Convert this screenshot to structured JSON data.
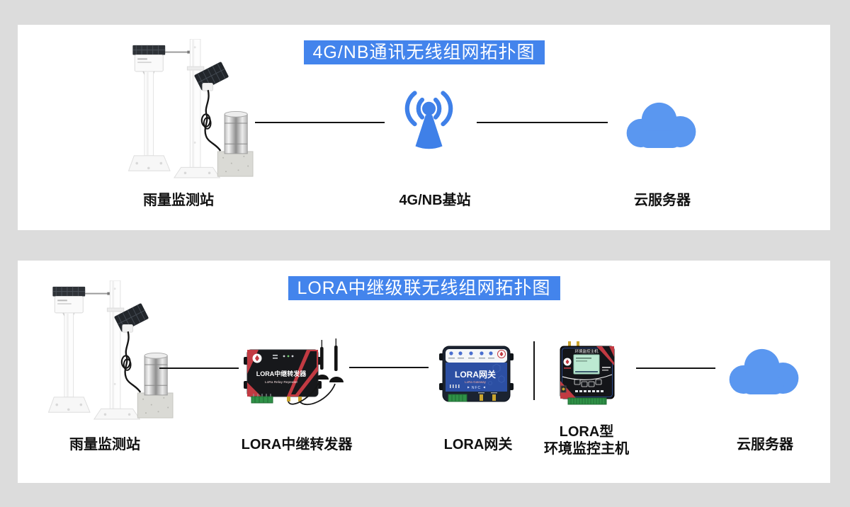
{
  "page": {
    "background": "#dcdcdc",
    "panel_background": "#ffffff"
  },
  "colors": {
    "title_badge_bg": "#4384ec",
    "title_badge_text": "#ffffff",
    "antenna_blue": "#3f80e8",
    "cloud_blue": "#5a97f0",
    "connector_line": "#141414",
    "label_text": "#111111"
  },
  "panels": [
    {
      "title": "4G/NB通讯无线组网拓扑图",
      "nodes": [
        {
          "label": "雨量监测站"
        },
        {
          "label": "4G/NB基站"
        },
        {
          "label": "云服务器"
        }
      ]
    },
    {
      "title": "LORA中继级联无线组网拓扑图",
      "nodes": [
        {
          "label": "雨量监测站"
        },
        {
          "label": "LORA中继转发器"
        },
        {
          "label": "LORA网关"
        },
        {
          "label_line1": "LORA型",
          "label_line2": "环境监控主机"
        },
        {
          "label": "云服务器"
        }
      ]
    }
  ],
  "devices": {
    "repeater": {
      "name": "LORA中继转发器",
      "subtitle": "LoRa Relay Repeater"
    },
    "gateway": {
      "name": "LORA网关",
      "subtitle": "LoRa Gateway",
      "nfc_label": "NFC"
    },
    "host": {
      "name": "环境监控主机"
    }
  }
}
